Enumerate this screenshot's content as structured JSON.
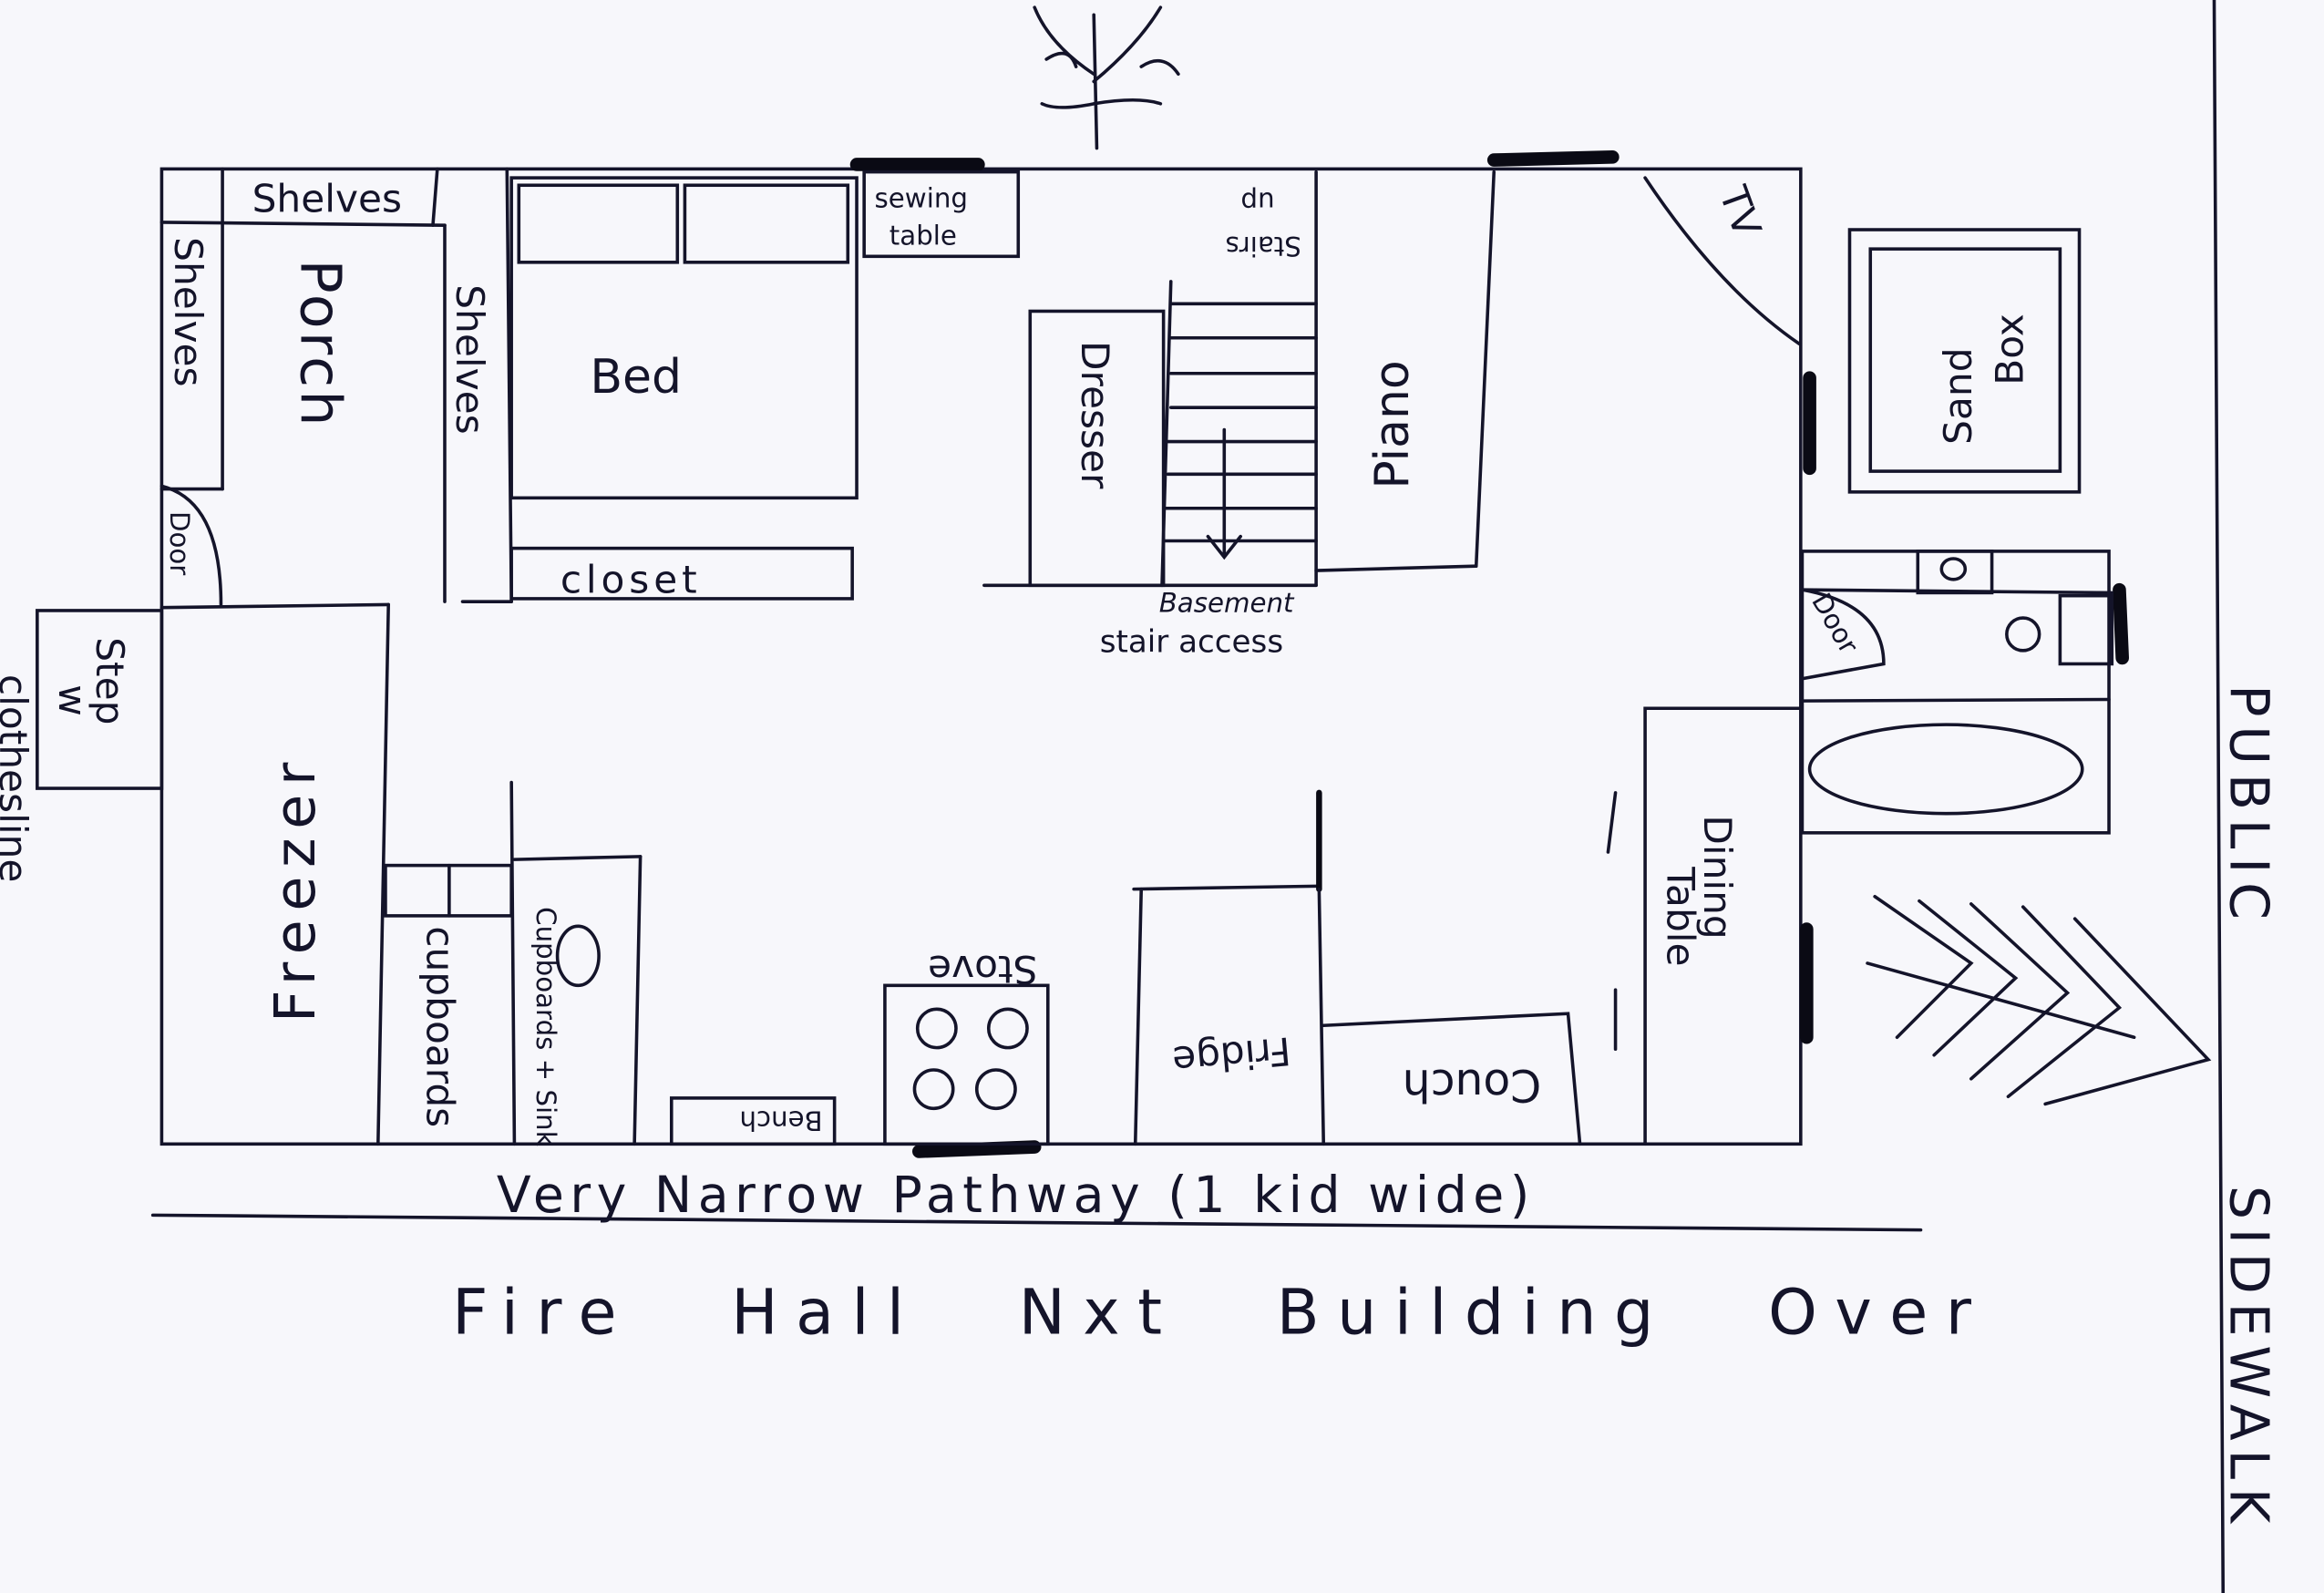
{
  "labels": {
    "shelves_top": "Shelves",
    "shelves_left": "Shelves",
    "shelves_mid": "Shelves",
    "porch": "Porch",
    "bed": "Bed",
    "closet": "closet",
    "door_porch": "Door",
    "door_bath": "Door",
    "sewing_table_1": "sewing",
    "sewing_table_2": "table",
    "stairs_up_1": "Stairs",
    "stairs_up_2": "up",
    "dresser": "Dresser",
    "basement_1": "Basement",
    "basement_2": "stair access",
    "piano": "Piano",
    "tv": "TV",
    "sandbox_1": "Sand",
    "sandbox_2": "Box",
    "step_1": "Step",
    "step_2": "w",
    "clothesline": "clothesline",
    "freezer": "Freezer",
    "cupboards": "cupboards",
    "cupboards_sink": "Cupboards + Sink",
    "bench": "Bench",
    "stove": "Stove",
    "fridge": "Fridge",
    "couch": "Couch",
    "dining_1": "Dining",
    "dining_2": "Table",
    "pathway": "Very Narrow Pathway (1 kid wide)",
    "fire_hall": "Fire Hall Nxt Building Over",
    "public": "PUBLIC",
    "sidewalk": "SIDEWALK"
  },
  "colors": {
    "ink": "#14142a",
    "paper": "#f7f7fb"
  }
}
